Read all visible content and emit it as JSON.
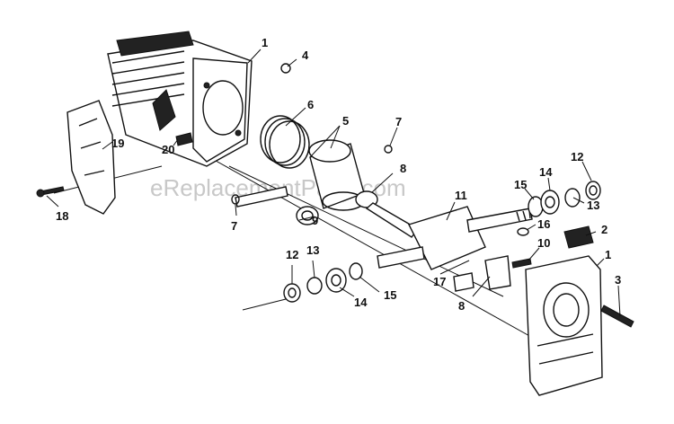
{
  "watermark": "eReplacementParts.com",
  "callouts": {
    "c1a": "1",
    "c1b": "1",
    "c2": "2",
    "c3": "3",
    "c4": "4",
    "c5": "5",
    "c6": "6",
    "c7a": "7",
    "c7b": "7",
    "c8a": "8",
    "c8b": "8",
    "c9": "9",
    "c10": "10",
    "c11": "11",
    "c12a": "12",
    "c12b": "12",
    "c13a": "13",
    "c13b": "13",
    "c14a": "14",
    "c14b": "14",
    "c15a": "15",
    "c15b": "15",
    "c16": "16",
    "c17": "17",
    "c18": "18",
    "c19": "19",
    "c20": "20"
  }
}
